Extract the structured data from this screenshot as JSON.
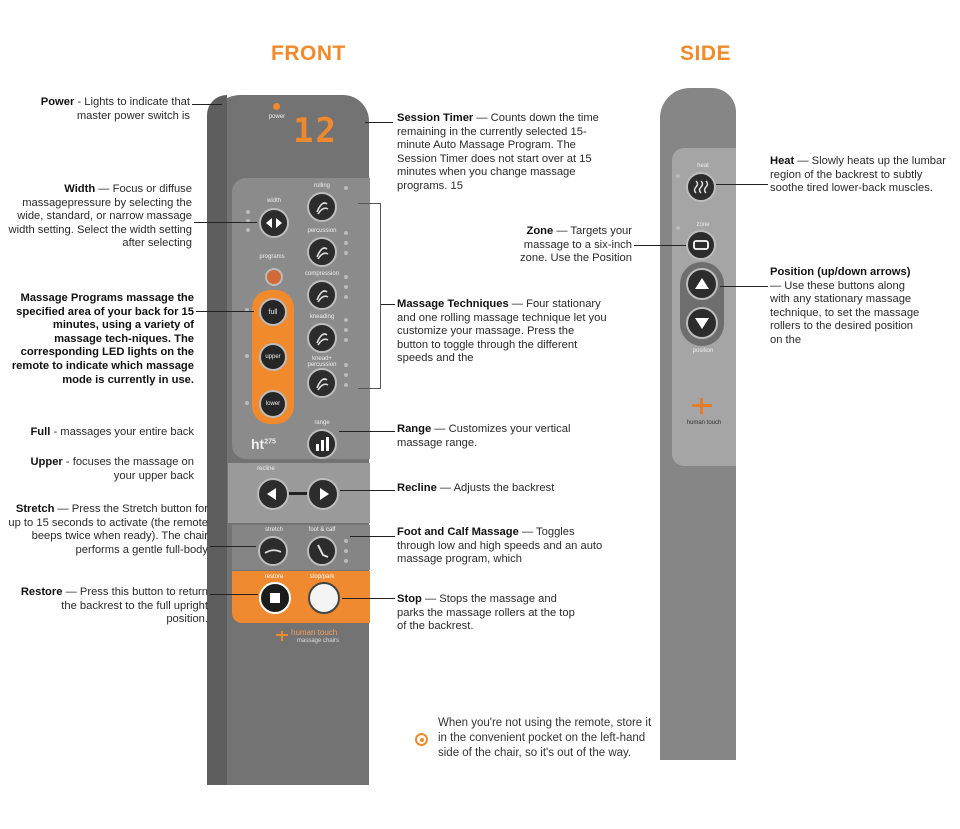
{
  "headings": {
    "front": "FRONT",
    "side": "SIDE"
  },
  "remote_front": {
    "power_label": "power",
    "display": "12",
    "width_label": "width",
    "programs_label": "programs",
    "full": "full",
    "upper": "upper",
    "lower": "lower",
    "model": "ht",
    "model_num": "275",
    "rolling": "rolling",
    "percussion": "percussion",
    "compression": "compression",
    "kneading": "kneading",
    "knead_perc": "knead+ percussion",
    "range": "range",
    "recline": "recline",
    "stretch": "stretch",
    "foot_calf": "foot & calf",
    "restore": "restore",
    "stop": "stop/park",
    "brand": "human touch",
    "brand_sub": "massage chairs"
  },
  "remote_side": {
    "heat": "heat",
    "zone": "zone",
    "position": "position",
    "brand": "human touch"
  },
  "annotations": {
    "power_title": "Power",
    "power_text": " - Lights to indicate that master power switch is",
    "width_title": "Width",
    "width_text": " — Focus or diffuse massagepressure by selecting the wide, standard, or narrow massage width setting. Select the width setting after selecting",
    "programs_text": "Massage Programs massage the specified area of your back for 15 minutes, using a variety of massage tech-niques. The corresponding LED lights on the remote to indicate which massage mode is currently in use.",
    "full_title": "Full",
    "full_text": " - massages your entire back",
    "upper_title": "Upper",
    "upper_text": " - focuses the massage on your upper back",
    "stretch_title": "Stretch",
    "stretch_text": " — Press the Stretch button for up to 15 seconds to activate (the remote beeps twice when ready). The chair performs a gentle full-body",
    "restore_title": "Restore",
    "restore_text": " — Press this button to return the backrest to the full upright position.",
    "timer_title": "Session Timer",
    "timer_text": " — Counts down the time remaining in the currently selected 15-minute Auto Massage Program. The Session Timer does not start over at 15 minutes when you change massage programs. 15",
    "techniques_title": "Massage Techniques",
    "techniques_text": " — Four stationary and one rolling massage technique let you customize your massage. Press the button to toggle through the different speeds and the",
    "range_title": "Range",
    "range_text": " — Customizes your vertical massage range.",
    "recline_title": "Recline",
    "recline_text": " — Adjusts the backrest",
    "foot_title": "Foot and Calf Massage",
    "foot_text": " — Toggles through low and high speeds and an auto massage program, which",
    "stop_title": "Stop",
    "stop_text": " — Stops the massage and parks the massage rollers at the top of the backrest.",
    "zone_title": "Zone",
    "zone_text": " — Targets your massage to a six-inch zone. Use the Position",
    "heat_title": "Heat",
    "heat_text": " — Slowly heats up the lumbar region of the backrest to subtly soothe tired lower-back muscles.",
    "position_title": "Position (up/down arrows)",
    "position_text": " — Use these buttons along with any stationary massage technique, to set the massage rollers to the desired position on the",
    "pocket_text": "When you're not using the remote, store it in the convenient pocket on the left-hand side of the chair, so it's out of the way."
  }
}
